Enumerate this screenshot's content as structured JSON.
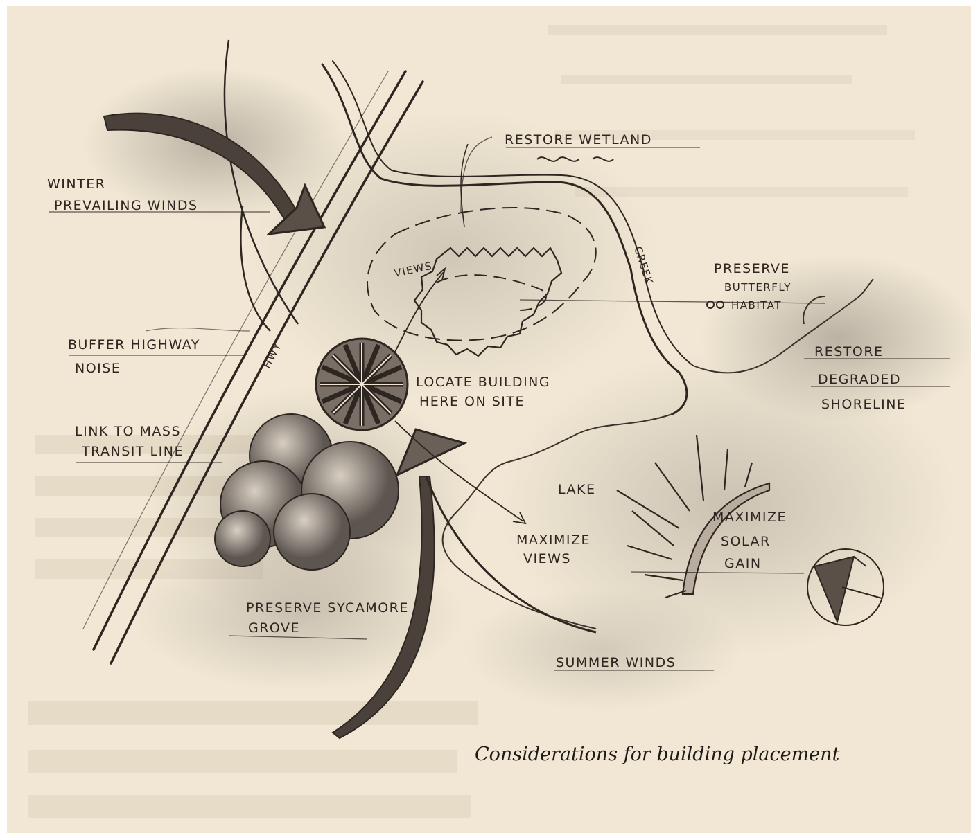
{
  "caption": "Considerations for building placement",
  "labels": {
    "winter_winds_1": "Winter",
    "winter_winds_2": "Prevailing winds",
    "restore_wetland": "Restore wetland",
    "creek": "Creek",
    "views": "Views",
    "preserve_butterfly_1": "Preserve",
    "preserve_butterfly_2": "Butterfly",
    "preserve_butterfly_3": "Habitat",
    "buffer_noise_1": "Buffer highway",
    "buffer_noise_2": "Noise",
    "hwy": "Hwy",
    "locate_building_1": "Locate building",
    "locate_building_2": "Here on site",
    "restore_shoreline_1": "Restore",
    "restore_shoreline_2": "Degraded",
    "restore_shoreline_3": "Shoreline",
    "mass_transit_1": "Link to mass",
    "mass_transit_2": "Transit line",
    "lake": "Lake",
    "maximize_solar_1": "Maximize",
    "maximize_solar_2": "Solar",
    "maximize_solar_3": "Gain",
    "maximize_views_1": "Maximize",
    "maximize_views_2": "Views",
    "preserve_grove_1": "Preserve sycamore",
    "preserve_grove_2": "Grove",
    "summer_winds": "Summer winds"
  },
  "colors": {
    "paper": "#f1e7d4",
    "ink": "#2e2620",
    "shade": "#9c9287"
  }
}
